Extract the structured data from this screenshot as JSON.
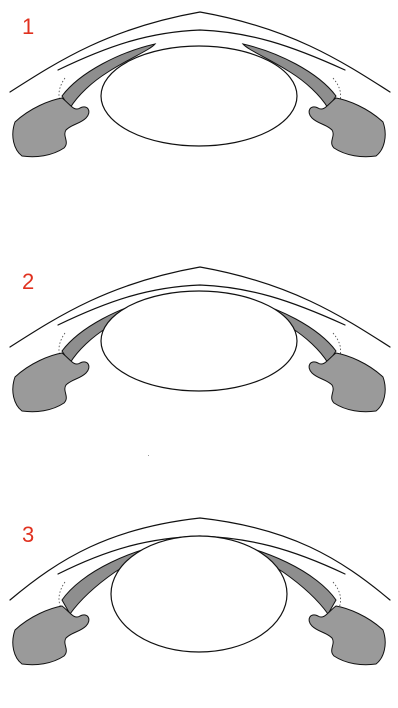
{
  "figure": {
    "panels": [
      {
        "label": "1",
        "iris_contact": "partial",
        "lens_position": "behind"
      },
      {
        "label": "2",
        "iris_contact": "partial",
        "lens_position": "behind"
      },
      {
        "label": "3",
        "iris_contact": "full",
        "lens_position": "forward"
      }
    ],
    "colors": {
      "label": "#e0311f",
      "line": "#111111",
      "tissue": "#8e8e8e"
    }
  }
}
